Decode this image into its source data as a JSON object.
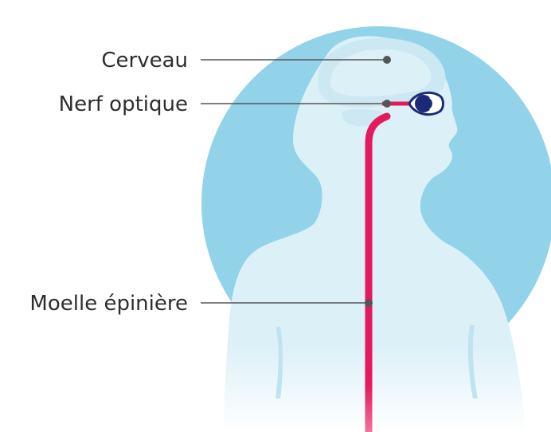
{
  "labels": {
    "brain": "Cerveau",
    "optic_nerve": "Nerf optique",
    "spinal_cord": "Moelle épinière"
  },
  "colors": {
    "circle_background": "#92d3ea",
    "body_silhouette": "#dcf0f8",
    "brain_fill": "#cbe8f3",
    "nerve_red": "#e6195a",
    "eye_navy": "#1b2a78",
    "leader_line": "#555555",
    "label_text": "#2d2d2d"
  },
  "icons": [
    "eye-icon"
  ]
}
